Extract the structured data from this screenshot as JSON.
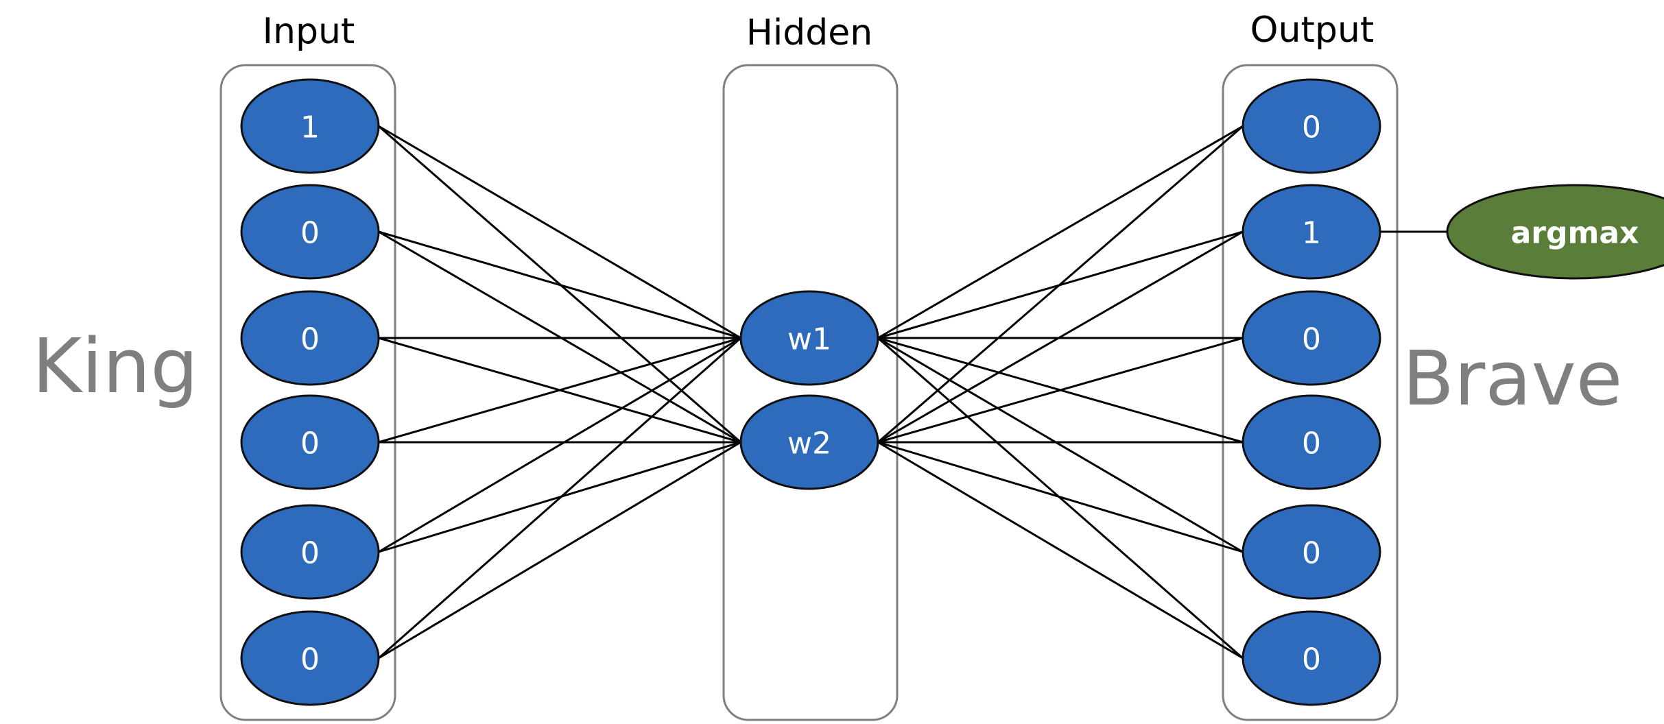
{
  "layers": {
    "input": {
      "title": "Input",
      "nodes": [
        "1",
        "0",
        "0",
        "0",
        "0",
        "0"
      ]
    },
    "hidden": {
      "title": "Hidden",
      "nodes": [
        "w1",
        "w2"
      ]
    },
    "output": {
      "title": "Output",
      "nodes": [
        "0",
        "1",
        "0",
        "0",
        "0",
        "0"
      ]
    }
  },
  "input_word": "King",
  "output_word": "Brave",
  "argmax": {
    "label": "argmax",
    "attached_to_output_index": 1
  },
  "colors": {
    "node_fill": "#2e6bbd",
    "argmax_fill": "#5a7d3a",
    "group_border": "#7f7f7f",
    "word_color": "#7f7f7f",
    "edge_color": "#000000"
  },
  "connectivity": "fully-connected"
}
